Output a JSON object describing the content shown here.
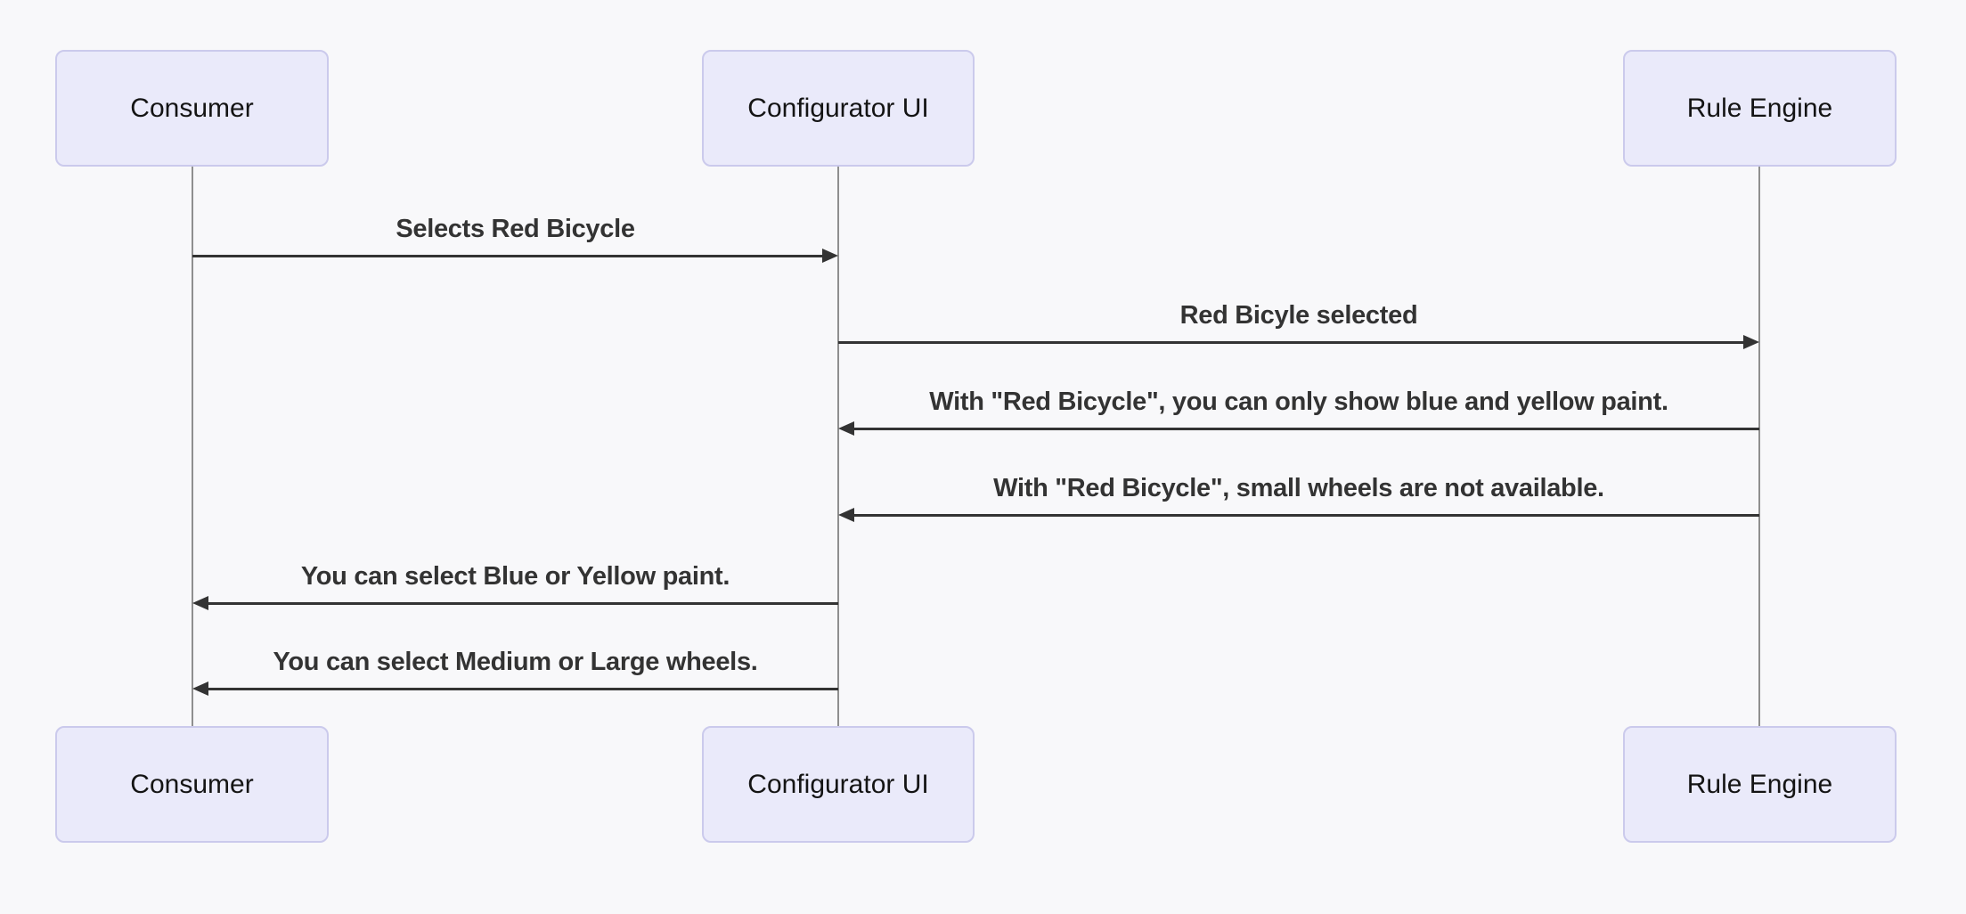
{
  "diagram": {
    "type": "sequence-diagram",
    "actors": [
      {
        "id": "consumer",
        "label": "Consumer"
      },
      {
        "id": "configurator-ui",
        "label": "Configurator UI"
      },
      {
        "id": "rule-engine",
        "label": "Rule Engine"
      }
    ],
    "messages": [
      {
        "from": "consumer",
        "to": "configurator-ui",
        "direction": "right",
        "label": "Selects Red Bicycle"
      },
      {
        "from": "configurator-ui",
        "to": "rule-engine",
        "direction": "right",
        "label": "Red Bicyle selected"
      },
      {
        "from": "rule-engine",
        "to": "configurator-ui",
        "direction": "left",
        "label": "With \"Red Bicycle\", you can only show blue and yellow paint."
      },
      {
        "from": "rule-engine",
        "to": "configurator-ui",
        "direction": "left",
        "label": "With \"Red Bicycle\", small wheels are not available."
      },
      {
        "from": "configurator-ui",
        "to": "consumer",
        "direction": "left",
        "label": "You can select Blue or Yellow paint."
      },
      {
        "from": "configurator-ui",
        "to": "consumer",
        "direction": "left",
        "label": "You can select Medium or Large wheels."
      }
    ],
    "colors": {
      "background": "#f8f8fa",
      "actor_fill": "#eaeafa",
      "actor_border": "#cbcaec",
      "actor_text": "#141414",
      "lifeline": "#8f8f8f",
      "message": "#333333"
    }
  }
}
